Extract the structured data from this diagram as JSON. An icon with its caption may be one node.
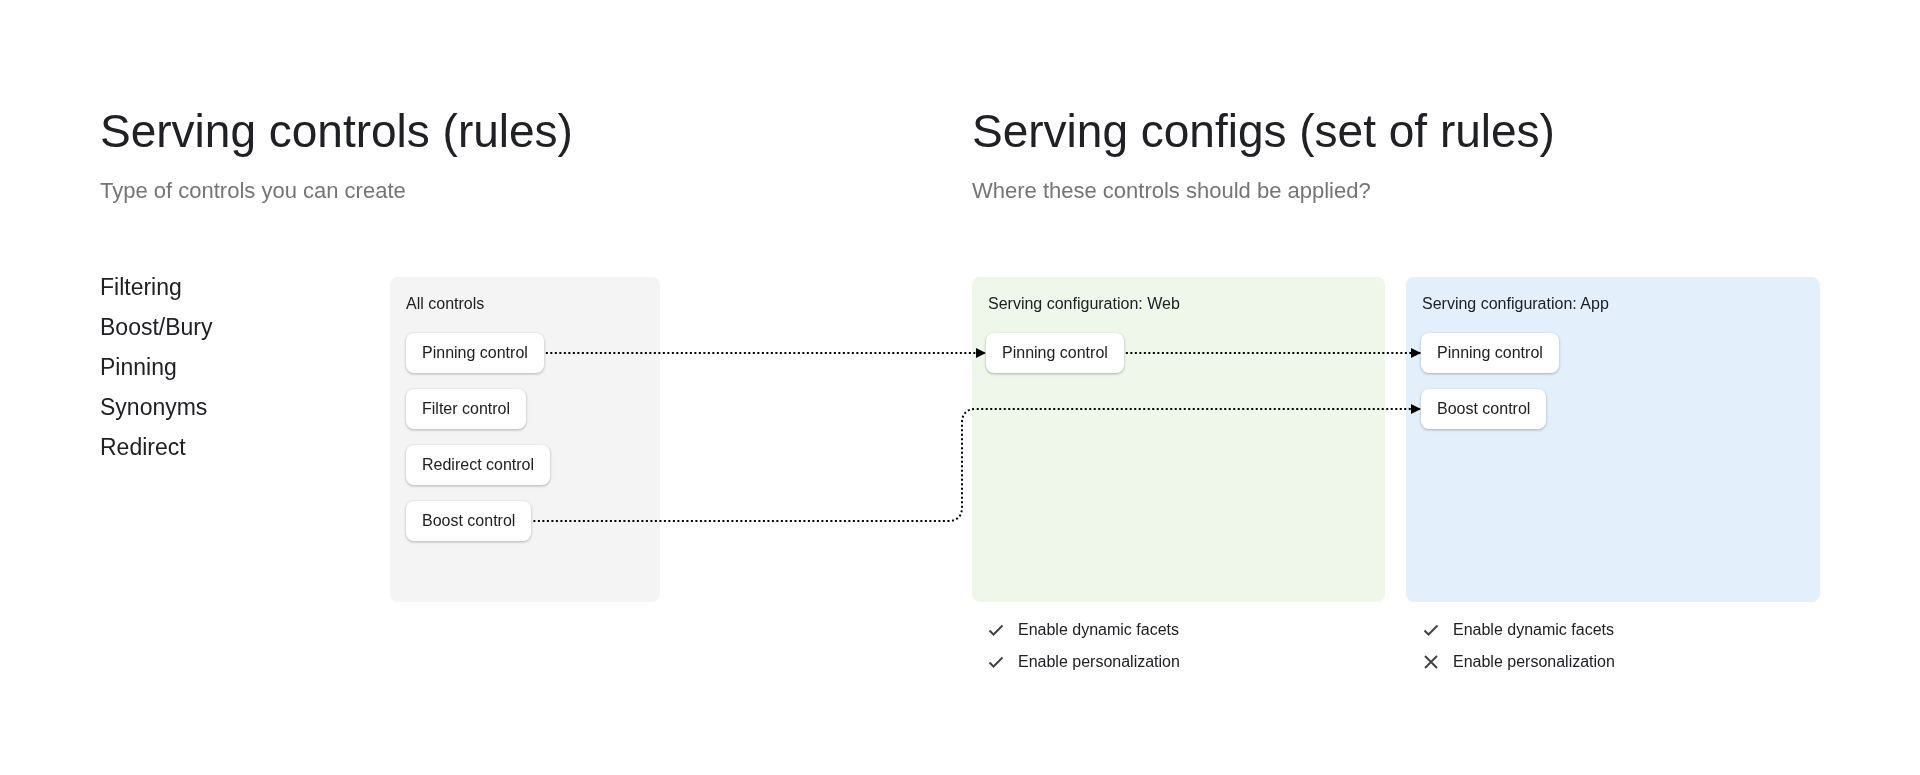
{
  "diagram": {
    "nodes": [
      {
        "text": [
          "All controls"
        ]
      },
      {
        "text": [
          "Pinning control"
        ],
        "in": 0
      },
      {
        "text": [
          "Filter control"
        ],
        "in": 0
      },
      {
        "text": [
          "Redirect control"
        ],
        "in": 0
      },
      {
        "text": [
          "Boost control"
        ],
        "in": 0
      },
      {
        "text": [
          "Serving configuration: Web"
        ]
      },
      {
        "text": [
          "Pinning control"
        ],
        "in": 5
      },
      {
        "text": [
          "Serving configuration: App"
        ]
      },
      {
        "text": [
          "Pinning control"
        ],
        "in": 7
      },
      {
        "text": [
          "Boost control"
        ],
        "in": 7
      }
    ],
    "edges": [
      {
        "from": 1,
        "to": 6,
        "arrow": "to"
      },
      {
        "from": 6,
        "to": 8,
        "arrow": "to"
      },
      {
        "from": 4,
        "to": 9,
        "arrow": "to"
      }
    ],
    "labels": [
      "Serving controls (rules)",
      "Type of controls you can create",
      "Filtering",
      "Boost/Bury",
      "Pinning",
      "Synonyms",
      "Redirect",
      "Serving configs (set of rules)",
      "Where these controls should be applied?",
      "Enable dynamic facets",
      "Enable personalization",
      "Enable dynamic facets",
      "Enable personalization"
    ]
  }
}
